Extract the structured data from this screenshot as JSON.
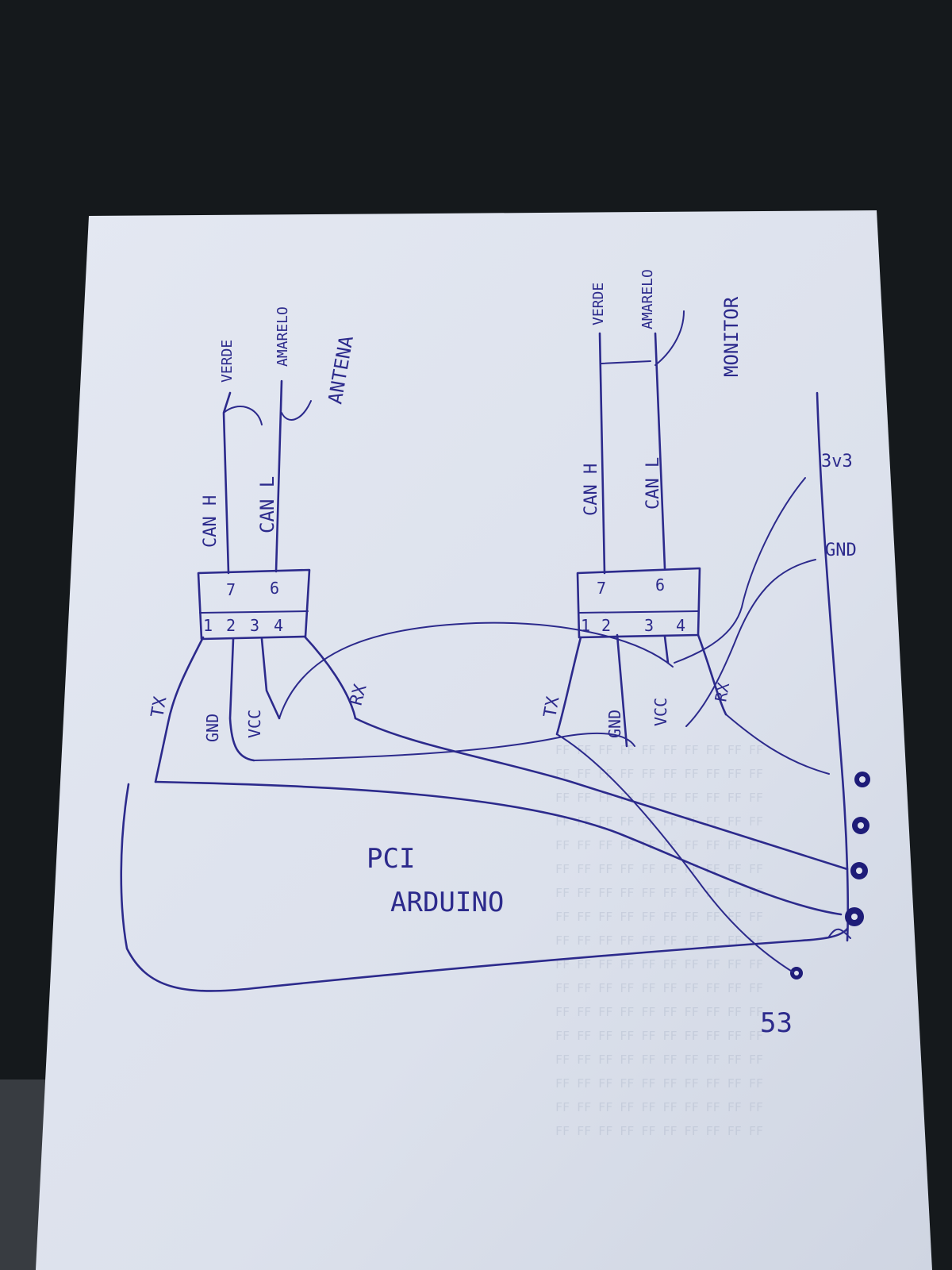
{
  "left_module": {
    "pins_top": [
      "7",
      "6"
    ],
    "pins_bottom": [
      "1",
      "2",
      "3",
      "4"
    ],
    "labels": {
      "can_h": "CAN H",
      "can_l": "CAN L",
      "verde": "VERDE",
      "amarelo": "AMARELO",
      "antena": "ANTENA",
      "tx": "TX",
      "gnd": "GND",
      "vcc": "VCC",
      "rx": "RX"
    }
  },
  "right_module": {
    "pins_top": [
      "7",
      "6"
    ],
    "pins_bottom": [
      "1",
      "2",
      "3",
      "4"
    ],
    "labels": {
      "can_h": "CAN H",
      "can_l": "CAN L",
      "verde": "VERDE",
      "amarelo": "AMARELO",
      "monitor": "MONITOR",
      "tx": "TX",
      "gnd": "GND",
      "vcc": "VCC",
      "rx": "RX"
    }
  },
  "arduino": {
    "title": "PCI",
    "subtitle": "ARDUINO",
    "pin_3v3": "3v3",
    "pin_gnd": "GND",
    "pin_53": "53"
  },
  "colors": {
    "paper": "#dfe3ee",
    "ink": "#2c2a8c",
    "background": "#161a1d"
  }
}
